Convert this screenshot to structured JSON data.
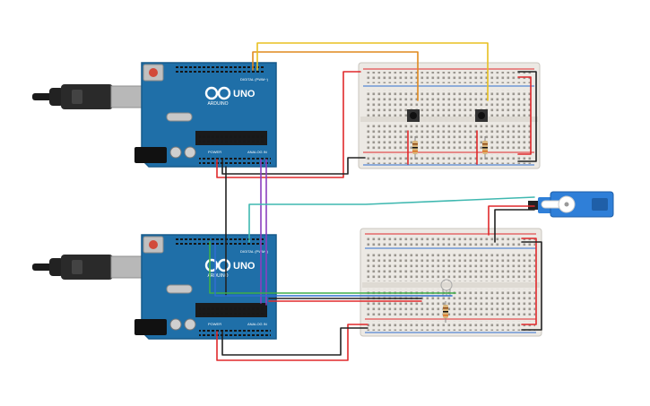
{
  "boards": [
    {
      "id": "arduino-top",
      "brand_label": "UNO",
      "logo_text": "ARDUINO",
      "digital_label": "DIGITAL (PWM~)",
      "power_label": "POWER",
      "analog_label": "ANALOG IN"
    },
    {
      "id": "arduino-bottom",
      "brand_label": "UNO",
      "logo_text": "ARDUINO",
      "digital_label": "DIGITAL (PWM~)",
      "power_label": "POWER",
      "analog_label": "ANALOG IN"
    }
  ],
  "components": {
    "pushbuttons": 2,
    "resistors": 3,
    "servo": 1,
    "potentiometer": 1,
    "usb_cables": 2,
    "breadboards": 2
  },
  "colors": {
    "board_blue": "#1f6fa8",
    "board_dark": "#175a8a",
    "breadboard": "#ece9e4",
    "wire_red": "#e0292b",
    "wire_black": "#222222",
    "wire_orange": "#e08a1e",
    "wire_yellow": "#e8c020",
    "wire_green": "#3fae49",
    "wire_blue": "#2f6fd0",
    "wire_purple": "#8b3fbf",
    "wire_cyan": "#3fb8b0",
    "servo_blue": "#2f7fd8"
  }
}
